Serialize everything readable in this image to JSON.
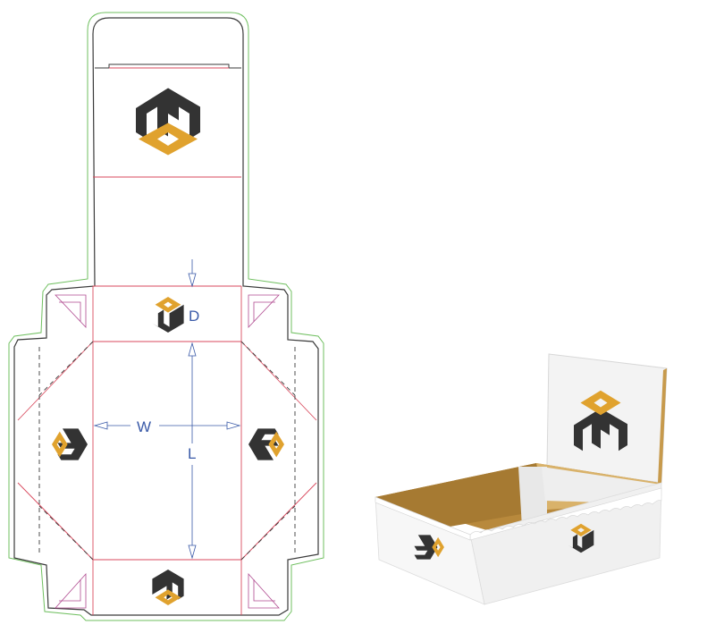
{
  "dieline": {
    "labels": {
      "depth": "D",
      "width": "W",
      "length": "L"
    }
  },
  "colors": {
    "cut": "#3a3a3a",
    "fold": "#d94a5e",
    "bleed": "#6fbf5f",
    "dimension": "#3a5aa8",
    "logo_dark": "#333333",
    "logo_gold": "#e0a22e",
    "box_inner": "#b8893c"
  }
}
